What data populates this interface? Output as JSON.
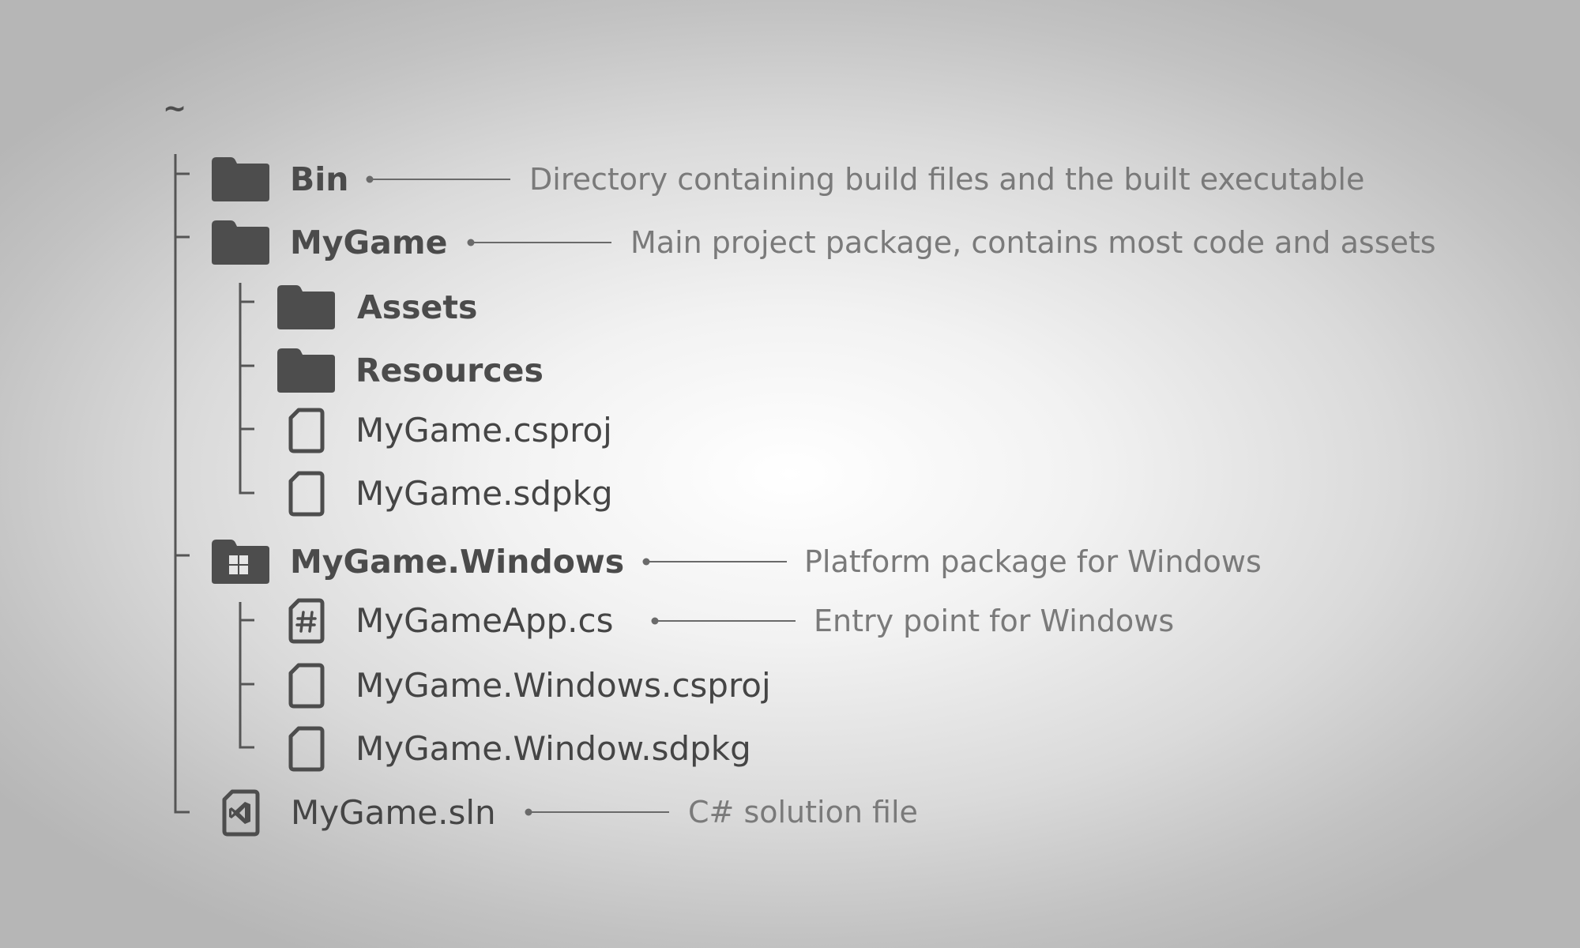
{
  "root": {
    "label": "~"
  },
  "entries": {
    "bin": {
      "name": "Bin",
      "icon": "folder-icon",
      "description": "Directory containing build files and the built executable"
    },
    "mygame": {
      "name": "MyGame",
      "icon": "folder-icon",
      "description": "Main project package, contains most code and assets"
    },
    "assets": {
      "name": "Assets",
      "icon": "folder-icon"
    },
    "resources": {
      "name": "Resources",
      "icon": "folder-icon"
    },
    "mygame_csproj": {
      "name": "MyGame.csproj",
      "icon": "file-icon"
    },
    "mygame_sdpkg": {
      "name": "MyGame.sdpkg",
      "icon": "file-icon"
    },
    "mygame_windows": {
      "name": "MyGame.Windows",
      "icon": "windows-folder-icon",
      "description": "Platform package for Windows"
    },
    "mygameapp_cs": {
      "name": "MyGameApp.cs",
      "icon": "csharp-file-icon",
      "description": "Entry point for Windows"
    },
    "mygame_windows_csproj": {
      "name": "MyGame.Windows.csproj",
      "icon": "file-icon"
    },
    "mygame_window_sdpkg": {
      "name": "MyGame.Window.sdpkg",
      "icon": "file-icon"
    },
    "mygame_sln": {
      "name": "MyGame.sln",
      "icon": "visual-studio-solution-icon",
      "description": "C# solution file"
    }
  },
  "colors": {
    "icon": "#4d4d4d",
    "text": "#454545",
    "description": "#7a7a7a",
    "lines": "#555555"
  }
}
